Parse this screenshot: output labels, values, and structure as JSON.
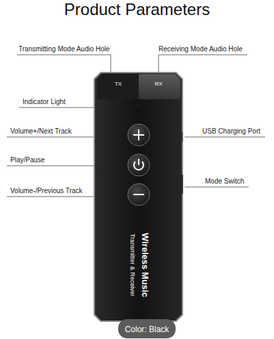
{
  "diagram": {
    "title": "Product Parameters",
    "nodes": [
      {
        "text": [
          "TX",
          "RX",
          "Wireless Music",
          "Transmitter & Receiver"
        ]
      },
      {
        "text": [
          "Color: Black"
        ]
      }
    ],
    "labels": [
      "Transmitting Mode Audio Hole",
      "Receiving Mode Audio Hole",
      "Indicator Light",
      "Volume+/Next Track",
      "USB Charging Port",
      "Play/Pause",
      "Mode Switch",
      "Volume-/Previous Track"
    ]
  }
}
